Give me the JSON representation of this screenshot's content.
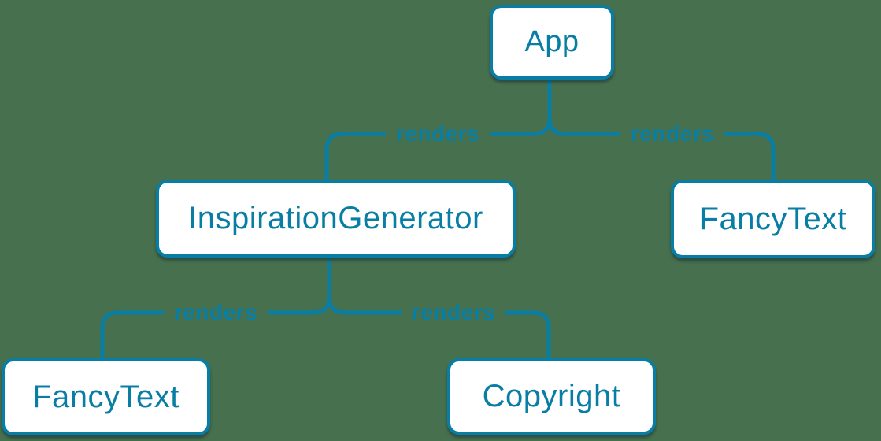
{
  "diagram": {
    "type": "component-render-tree",
    "colors": {
      "background": "#47704e",
      "accent": "#087ea4",
      "node_fill": "#ffffff",
      "shadow": "rgba(19,43,56,0.5)"
    },
    "nodes": [
      {
        "id": "app",
        "label": "App"
      },
      {
        "id": "inspiration-generator",
        "label": "InspirationGenerator"
      },
      {
        "id": "fancy-text-right",
        "label": "FancyText"
      },
      {
        "id": "fancy-text-bottom-left",
        "label": "FancyText"
      },
      {
        "id": "copyright",
        "label": "Copyright"
      }
    ],
    "edges": [
      {
        "from": "App",
        "to": "InspirationGenerator",
        "label": "renders"
      },
      {
        "from": "App",
        "to": "FancyText",
        "label": "renders"
      },
      {
        "from": "InspirationGenerator",
        "to": "FancyText",
        "label": "renders"
      },
      {
        "from": "InspirationGenerator",
        "to": "Copyright",
        "label": "renders"
      }
    ]
  }
}
